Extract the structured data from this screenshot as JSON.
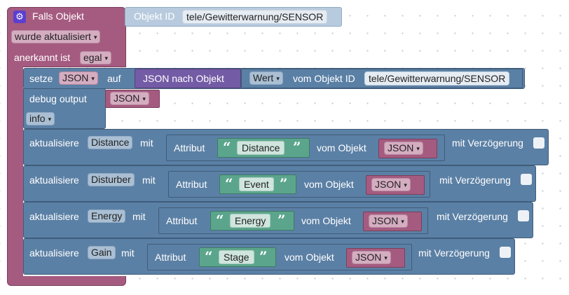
{
  "trigger": {
    "title": "Falls Objekt",
    "object_label": "Objekt ID",
    "object_id": "tele/Gewitterwarnung/SENSOR",
    "updated_dropdown": "wurde aktualisiert",
    "ack_label": "anerkannt ist",
    "ack_dropdown": "egal"
  },
  "set_block": {
    "label": "setze",
    "var_dropdown": "JSON",
    "on_label": "auf",
    "json_to_object": "JSON nach Objekt",
    "value_dropdown": "Wert",
    "from_object_label": "vom Objekt ID",
    "object_id": "tele/Gewitterwarnung/SENSOR"
  },
  "debug_block": {
    "label": "debug output",
    "var_dropdown": "JSON",
    "level_dropdown": "info"
  },
  "update_blocks": [
    {
      "label": "aktualisiere",
      "target": "Distance",
      "with": "mit",
      "attr_label": "Attribut",
      "attr_value": "Distance",
      "from_label": "vom Objekt",
      "var": "JSON",
      "delay_label": "mit Verzögerung"
    },
    {
      "label": "aktualisiere",
      "target": "Disturber",
      "with": "mit",
      "attr_label": "Attribut",
      "attr_value": "Event",
      "from_label": "vom Objekt",
      "var": "JSON",
      "delay_label": "mit Verzögerung"
    },
    {
      "label": "aktualisiere",
      "target": "Energy",
      "with": "mit",
      "attr_label": "Attribut",
      "attr_value": "Energy",
      "from_label": "vom Objekt",
      "var": "JSON",
      "delay_label": "mit Verzögerung"
    },
    {
      "label": "aktualisiere",
      "target": "Gain",
      "with": "mit",
      "attr_label": "Attribut",
      "attr_value": "Stage",
      "from_label": "vom Objekt",
      "var": "JSON",
      "delay_label": "mit Verzögerung"
    }
  ],
  "colors": {
    "event_block": "#a55b80",
    "action_block": "#5b80a5",
    "convert_block": "#745ba5",
    "text_block": "#5ba58c"
  },
  "icons": {
    "trigger_icon": "gear-icon",
    "dropdown_caret": "caret-down-icon",
    "quote_open": "open-quote-icon",
    "quote_close": "close-quote-icon"
  }
}
